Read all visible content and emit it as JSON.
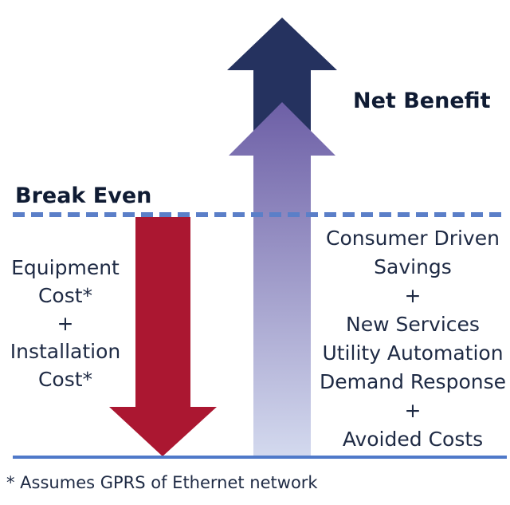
{
  "labels": {
    "net_benefit": "Net Benefit",
    "break_even": "Break Even",
    "footnote": "* Assumes GPRS of Ethernet network"
  },
  "cost_lines": [
    "Equipment",
    "Cost*",
    "+",
    "Installation",
    "Cost*"
  ],
  "benefit_lines": [
    "Consumer Driven",
    "Savings",
    "+",
    "New Services",
    "Utility Automation",
    "Demand Response",
    "+",
    "Avoided Costs"
  ],
  "colors": {
    "dashed_line": "#5b7fc8",
    "baseline": "#4f79c9",
    "down_arrow": "#ab1731",
    "up_arrow_top": "#25325f",
    "up_arrow_gradient_top": "#6d5fa6",
    "up_arrow_gradient_bottom": "#d3d9ee"
  }
}
